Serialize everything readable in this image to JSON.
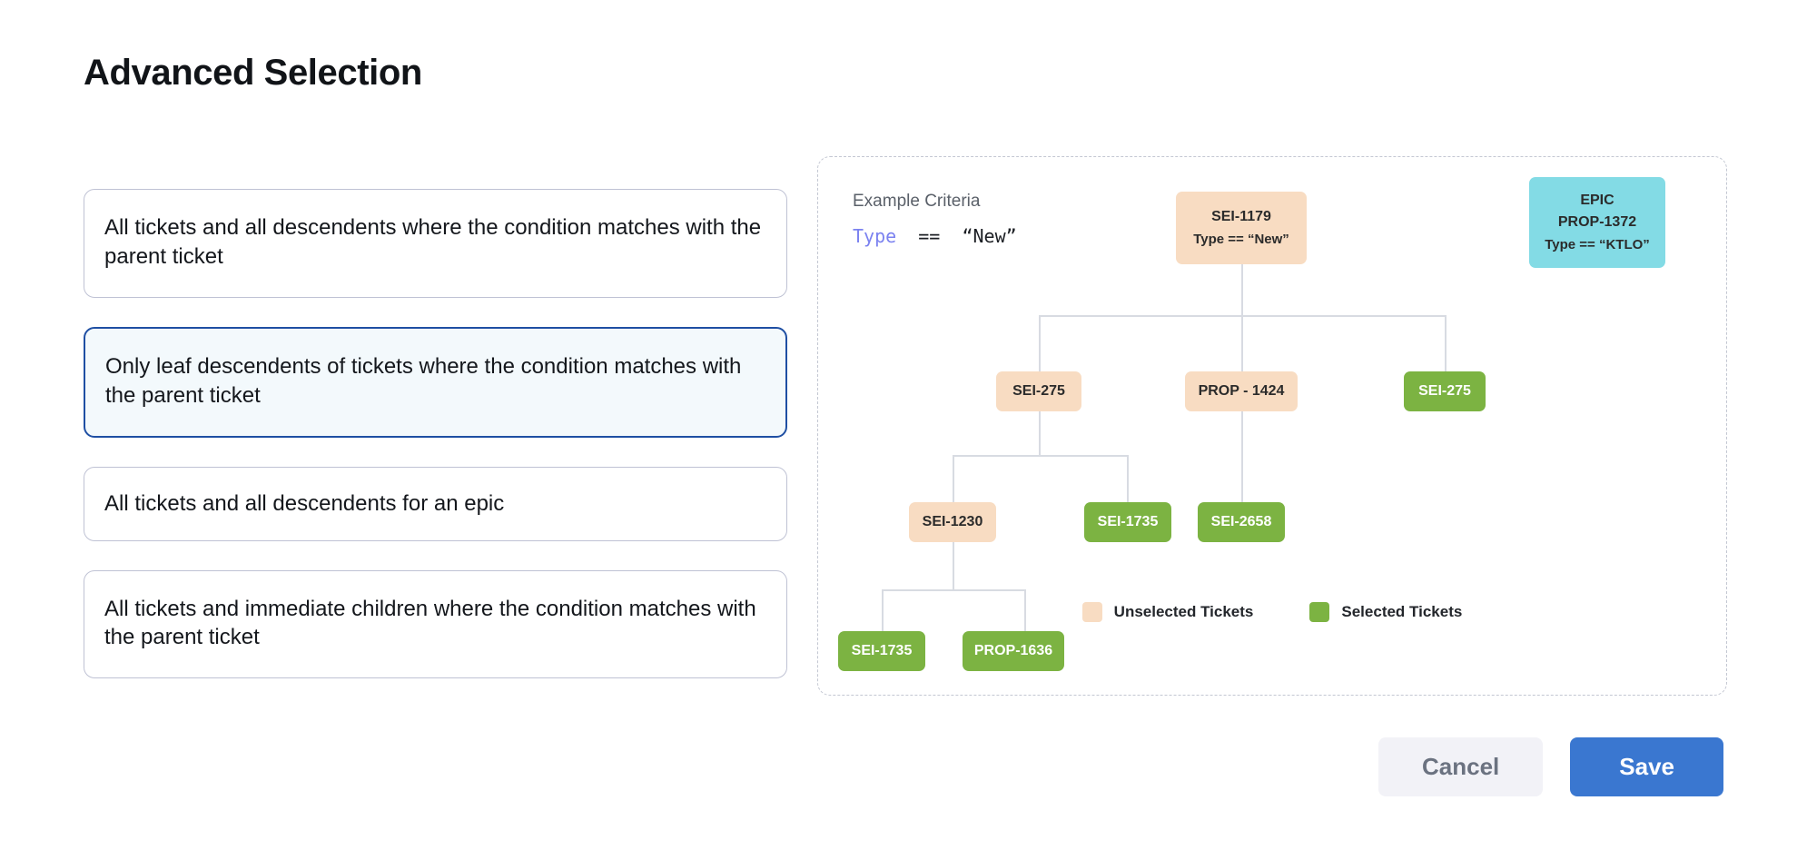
{
  "page": {
    "title": "Advanced Selection"
  },
  "options": [
    {
      "label": "All tickets and all descendents where the condition matches with the parent ticket",
      "selected": false
    },
    {
      "label": "Only leaf descendents of tickets where the condition matches with the parent ticket",
      "selected": true
    },
    {
      "label": "All tickets and all descendents for an epic",
      "selected": false
    },
    {
      "label": "All tickets and immediate children where the condition matches with the parent ticket",
      "selected": false
    }
  ],
  "diagram": {
    "criteria_label": "Example Criteria",
    "criteria_keyword": "Type",
    "criteria_operator": "==",
    "criteria_value": "“New”",
    "nodes": {
      "root": {
        "title": "SEI-1179",
        "sub": "Type == “New”",
        "state": "unselected"
      },
      "epic": {
        "title": "EPIC",
        "id": "PROP-1372",
        "sub": "Type == “KTLO”",
        "state": "epic"
      },
      "r2c1": {
        "title": "SEI-275",
        "state": "unselected"
      },
      "r2c2": {
        "title": "PROP - 1424",
        "state": "unselected"
      },
      "r2c3": {
        "title": "SEI-275",
        "state": "selected"
      },
      "r3c1": {
        "title": "SEI-1230",
        "state": "unselected"
      },
      "r3c2": {
        "title": "SEI-1735",
        "state": "selected"
      },
      "r3c3": {
        "title": "SEI-2658",
        "state": "selected"
      },
      "r4c1": {
        "title": "SEI-1735",
        "state": "selected"
      },
      "r4c2": {
        "title": "PROP-1636",
        "state": "selected"
      }
    },
    "legend": [
      {
        "label": "Unselected Tickets",
        "color": "#f8dcc2"
      },
      {
        "label": "Selected Tickets",
        "color": "#7cb342"
      }
    ]
  },
  "footer": {
    "cancel_label": "Cancel",
    "save_label": "Save"
  },
  "colors": {
    "accent": "#3a77d0",
    "selected_border": "#1f4fa3",
    "selected_bg": "#f3f9fc",
    "unselected_node": "#f8dcc2",
    "selected_node": "#7cb342",
    "epic_node": "#83dbe5"
  }
}
